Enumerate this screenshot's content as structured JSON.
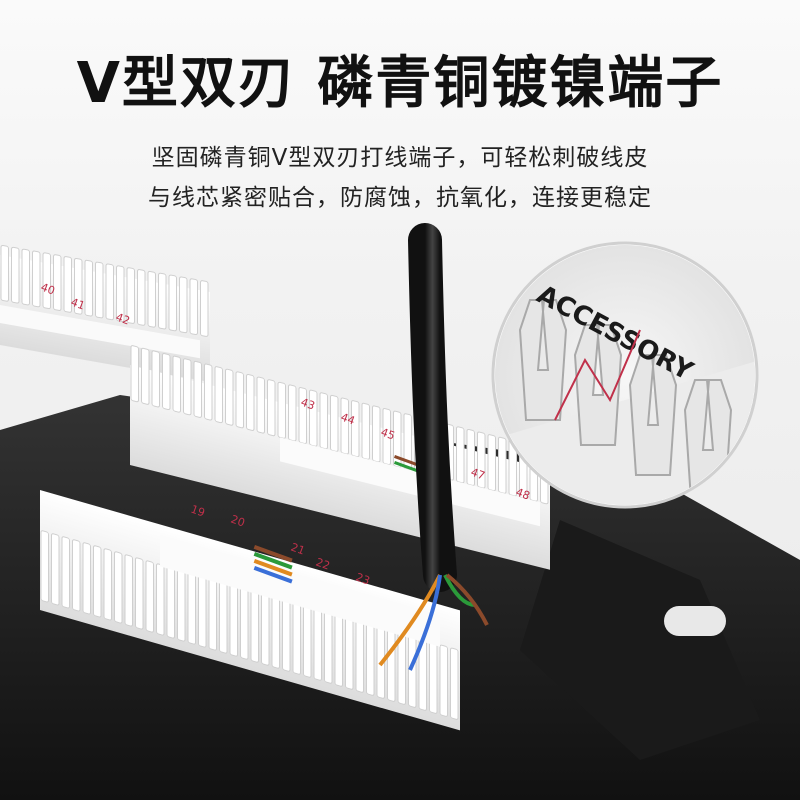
{
  "headline": "V型双刃 磷青铜镀镍端子",
  "subtitle_lines": [
    "坚固磷青铜V型双刃打线端子，可轻松刺破线皮",
    "与线芯紧密贴合，防腐蚀，抗氧化，连接更稳定"
  ],
  "port_numbers": {
    "top_module": [
      "40",
      "41",
      "42"
    ],
    "middle_module": [
      "43",
      "44",
      "45",
      "47",
      "48"
    ],
    "front_module": [
      "19",
      "20",
      "21",
      "22",
      "23"
    ]
  },
  "zoom_inset_text": "ACCESSORY",
  "colors": {
    "panel": "#1e1e1e",
    "module": "#f4f4f4",
    "label_number": "#c0304a",
    "blade": "#d9d9d9",
    "cable": "#2a2a2a"
  }
}
